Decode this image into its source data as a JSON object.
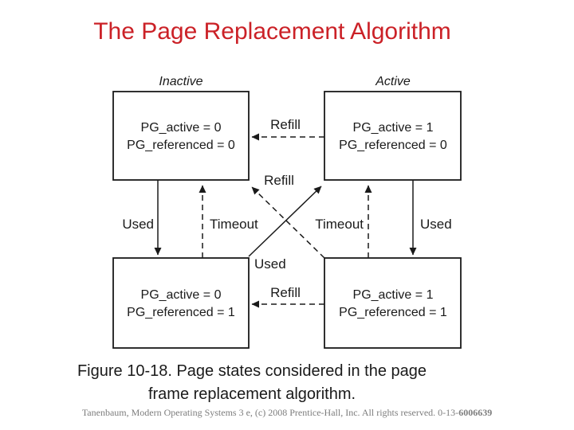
{
  "slide": {
    "title": "The Page Replacement Algorithm"
  },
  "diagram": {
    "column_labels": {
      "left": "Inactive",
      "right": "Active"
    },
    "states": [
      {
        "name": "inactive-clean",
        "line1": "PG_active = 0",
        "line2": "PG_referenced = 0"
      },
      {
        "name": "active-clean",
        "line1": "PG_active = 1",
        "line2": "PG_referenced = 0"
      },
      {
        "name": "inactive-referenced",
        "line1": "PG_active = 0",
        "line2": "PG_referenced = 1"
      },
      {
        "name": "active-referenced",
        "line1": "PG_active = 1",
        "line2": "PG_referenced = 1"
      }
    ],
    "edge_labels": {
      "top_refill": "Refill",
      "cross_refill": "Refill",
      "bottom_refill": "Refill",
      "left_used": "Used",
      "left_timeout": "Timeout",
      "right_timeout": "Timeout",
      "right_used": "Used",
      "cross_used": "Used"
    }
  },
  "caption": {
    "line1": "Figure 10-18. Page states considered in the page",
    "line2": "frame replacement algorithm."
  },
  "footer": {
    "text": "Tanenbaum, Modern Operating Systems 3 e, (c) 2008 Prentice-Hall, Inc. All rights reserved. 0-13-",
    "bold_code": "6006639"
  },
  "colors": {
    "title_red": "#cb2127",
    "diagram_ink": "#1a1a1a",
    "footer_gray": "#7d7d7d",
    "background": "#ffffff"
  }
}
